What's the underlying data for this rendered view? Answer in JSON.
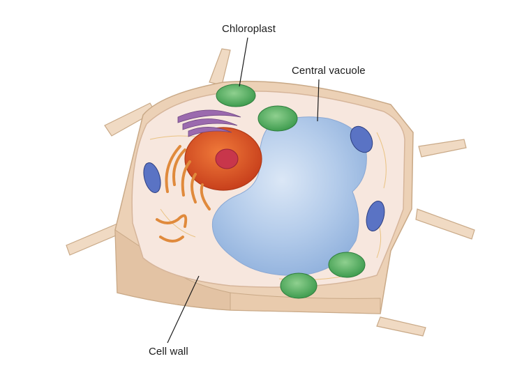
{
  "labels": {
    "chloroplast": "Chloroplast",
    "central_vacuole": "Central vacuole",
    "cell_wall": "Cell wall"
  },
  "colors": {
    "wall": "#f2dcc4",
    "wall_shadow": "#ddbf9f",
    "cytoplasm": "#f6e6dc",
    "vacuole": "#a9c3e6",
    "chloroplast": "#6fbf73",
    "nucleus": "#e0502a",
    "nucleolus": "#c8364b",
    "golgi": "#8a5d9c",
    "er": "#e99a4a",
    "mitochondria": "#4a63b5"
  }
}
